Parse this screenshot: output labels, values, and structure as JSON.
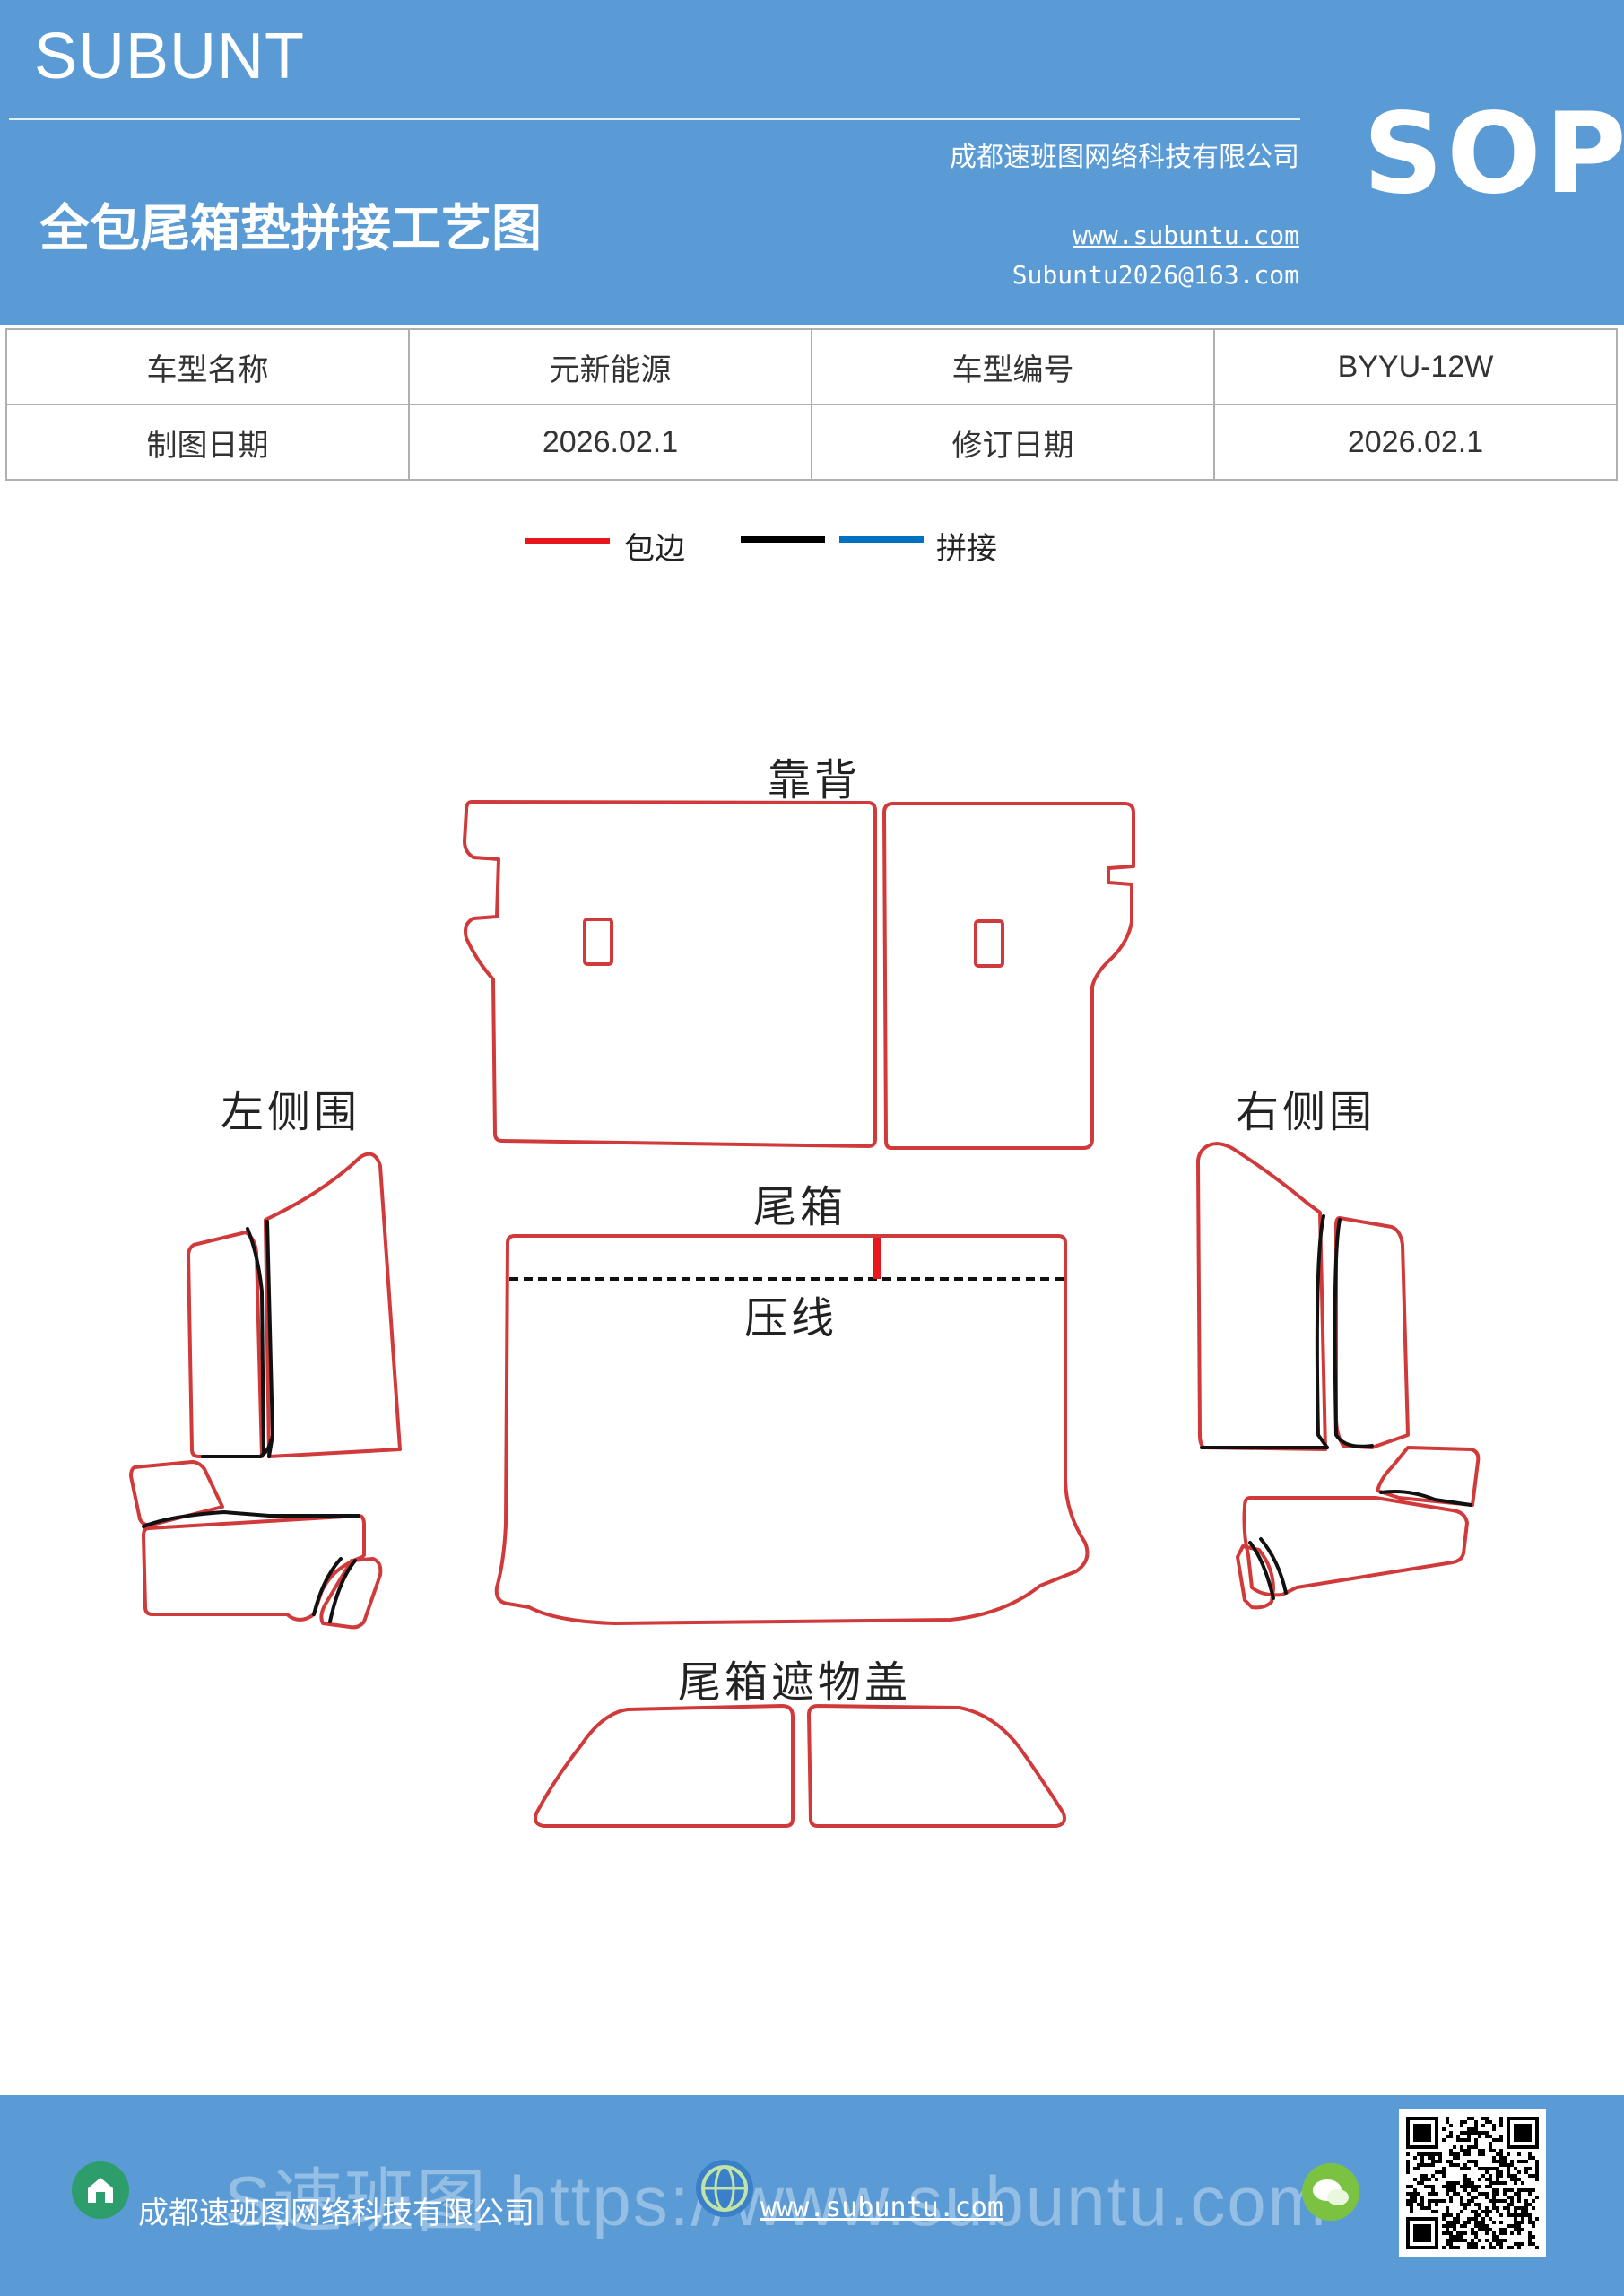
{
  "header": {
    "brand": "SUBUNT",
    "title": "全包尾箱垫拼接工艺图",
    "company": "成都速班图网络科技有限公司",
    "website": "www.subuntu.com",
    "email": "Subuntu2026@163.com",
    "badge": "SOP"
  },
  "info_table": {
    "rows": [
      [
        "车型名称",
        "元新能源",
        "车型编号",
        "BYYU-12W"
      ],
      [
        "制图日期",
        "2026.02.1",
        "修订日期",
        "2026.02.1"
      ]
    ]
  },
  "legend": {
    "items": [
      {
        "label": "包边",
        "color": "#e8171f"
      },
      {
        "label": "",
        "color": "#000000"
      },
      {
        "label": "拼接",
        "color": "#0070c0"
      }
    ]
  },
  "diagram": {
    "outline_color": "#d13a3a",
    "labels": {
      "backrest": "靠背",
      "left_side": "左侧围",
      "right_side": "右侧围",
      "trunk": "尾箱",
      "crease": "压线",
      "cover": "尾箱遮物盖"
    }
  },
  "footer": {
    "company": "成都速班图网络科技有限公司",
    "website": "www.subuntu.com",
    "watermark": "S速班图 https://www.subuntu.com"
  }
}
